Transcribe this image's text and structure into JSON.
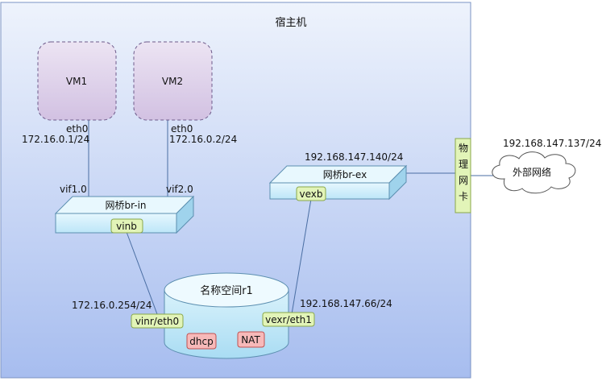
{
  "host": {
    "title": "宿主机"
  },
  "vms": [
    {
      "name": "VM1",
      "iface": "eth0",
      "ip": "172.16.0.1/24",
      "vif": "vif1.0"
    },
    {
      "name": "VM2",
      "iface": "eth0",
      "ip": "172.16.0.2/24",
      "vif": "vif2.0"
    }
  ],
  "bridge_in": {
    "label": "网桥br-in",
    "port": "vinb"
  },
  "bridge_ex": {
    "label": "网桥br-ex",
    "port": "vexb",
    "ip": "192.168.147.140/24"
  },
  "namespace": {
    "label": "名称空间r1",
    "left_port": "vinr/eth0",
    "left_ip": "172.16.0.254/24",
    "right_port": "vexr/eth1",
    "right_ip": "192.168.147.66/24",
    "services": [
      "dhcp",
      "NAT"
    ]
  },
  "nic": {
    "label": [
      "物",
      "理",
      "网",
      "卡"
    ]
  },
  "external": {
    "label": "外部网络",
    "ip": "192.168.147.137/24"
  },
  "colors": {
    "host_top": "#eaf0fb",
    "host_bottom": "#a8bff0",
    "vm_fill": "#dccfe8",
    "bridge_fill": "#cfeefc",
    "port_fill": "#e2f4b8",
    "service_fill": "#f7b9b9",
    "line": "#3f5f8f"
  }
}
